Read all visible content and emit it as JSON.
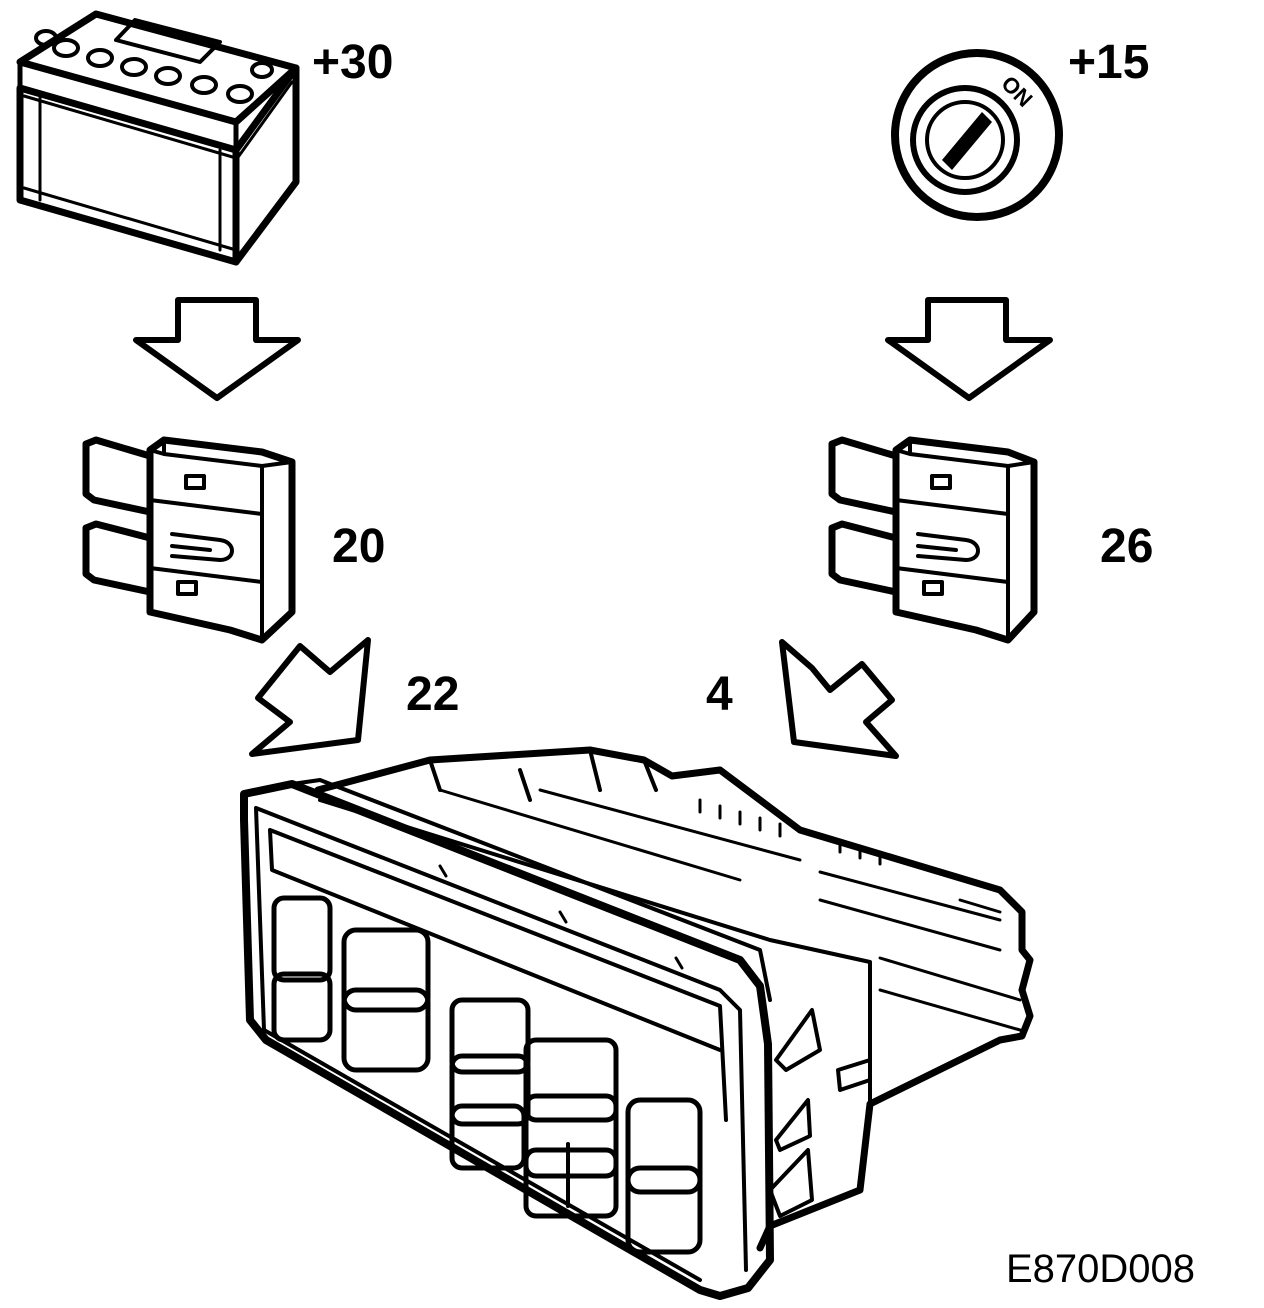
{
  "labels": {
    "battery": "+30",
    "ignition": "+15",
    "ignition_on": "ON",
    "fuse_left": "20",
    "fuse_right": "26",
    "pin_left": "22",
    "pin_right": "4",
    "figure_code": "E870D008"
  },
  "icons": {
    "battery": "car-battery-icon",
    "ignition": "ignition-switch-icon",
    "fuse": "blade-fuse-icon",
    "control_module": "climate-control-panel-icon"
  },
  "colors": {
    "ink": "#000000",
    "paper": "#ffffff"
  }
}
